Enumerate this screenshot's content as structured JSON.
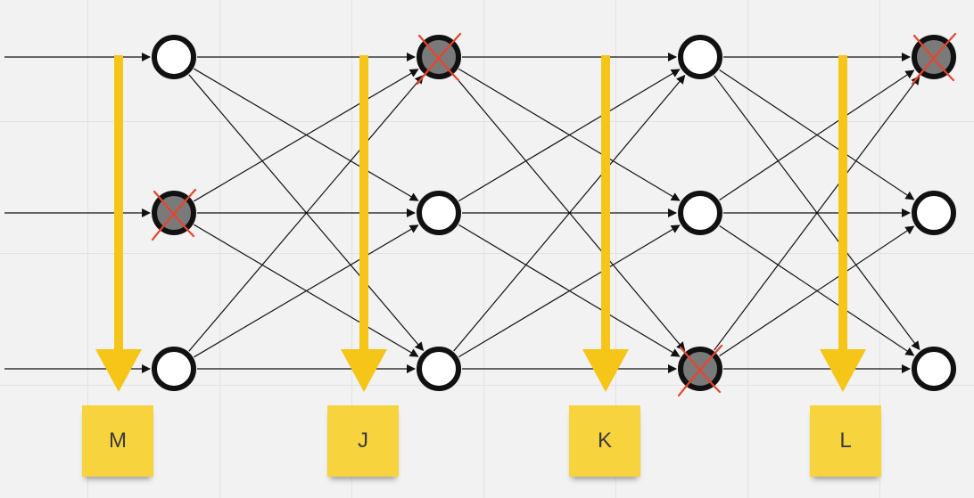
{
  "diagram": {
    "layers": [
      {
        "nodes": [
          {
            "crossed": false
          },
          {
            "crossed": true
          },
          {
            "crossed": false
          }
        ]
      },
      {
        "nodes": [
          {
            "crossed": true
          },
          {
            "crossed": false
          },
          {
            "crossed": false
          }
        ]
      },
      {
        "nodes": [
          {
            "crossed": false
          },
          {
            "crossed": false
          },
          {
            "crossed": true
          }
        ]
      },
      {
        "nodes": [
          {
            "crossed": true
          },
          {
            "crossed": false
          },
          {
            "crossed": false
          }
        ]
      }
    ],
    "input_arrows": 3,
    "sticky_notes": [
      {
        "label": "M"
      },
      {
        "label": "J"
      },
      {
        "label": "K"
      },
      {
        "label": "L"
      }
    ],
    "colors": {
      "background": "#f2f2f2",
      "node_fill": "#ffffff",
      "dropped_node_fill": "#7a7a7a",
      "node_stroke": "#111111",
      "edge": "#111111",
      "arrow_yellow": "#f5c518",
      "sticky_yellow": "#f7d33d",
      "cross_red": "#e8452c"
    }
  }
}
